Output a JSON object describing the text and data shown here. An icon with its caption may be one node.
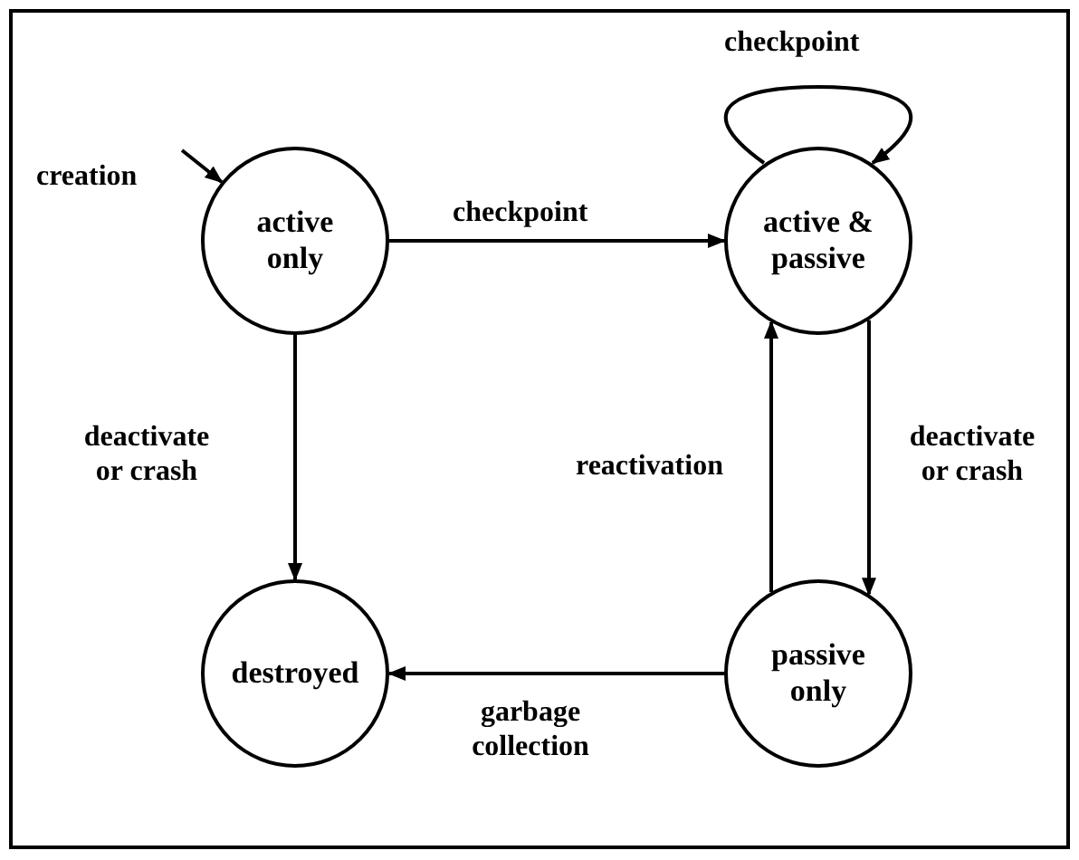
{
  "diagram": {
    "nodes": [
      {
        "text": [
          "active only"
        ]
      },
      {
        "text": [
          "active & passive"
        ]
      },
      {
        "text": [
          "destroyed"
        ]
      },
      {
        "text": [
          "passive only"
        ]
      }
    ],
    "edges": [
      {
        "from": null,
        "to": 0,
        "arrow": "to",
        "label": "creation"
      },
      {
        "from": 0,
        "to": 1,
        "arrow": "to",
        "label": "checkpoint"
      },
      {
        "from": 1,
        "to": 1,
        "arrow": "to",
        "label": "checkpoint"
      },
      {
        "from": 0,
        "to": 2,
        "arrow": "to",
        "label": "deactivate or crash"
      },
      {
        "from": 1,
        "to": 3,
        "arrow": "to",
        "label": "deactivate or crash"
      },
      {
        "from": 3,
        "to": 1,
        "arrow": "to",
        "label": "reactivation"
      },
      {
        "from": 3,
        "to": 2,
        "arrow": "to",
        "label": "garbage collection"
      }
    ]
  }
}
